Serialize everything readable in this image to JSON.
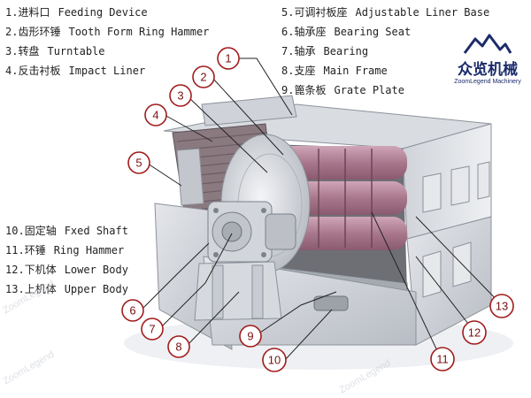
{
  "legend_top_left": [
    {
      "num": "1.",
      "cn": "进料口",
      "en": "Feeding Device"
    },
    {
      "num": "2.",
      "cn": "齿形环锤",
      "en": "Tooth Form Ring Hammer"
    },
    {
      "num": "3.",
      "cn": "转盘",
      "en": "Turntable"
    },
    {
      "num": "4.",
      "cn": "反击衬板",
      "en": "Impact Liner"
    }
  ],
  "legend_top_right": [
    {
      "num": "5.",
      "cn": "可调衬板座",
      "en": "Adjustable Liner Base"
    },
    {
      "num": "6.",
      "cn": "轴承座",
      "en": "Bearing Seat"
    },
    {
      "num": "7.",
      "cn": "轴承",
      "en": "Bearing"
    },
    {
      "num": "8.",
      "cn": "支座",
      "en": "Main Frame"
    },
    {
      "num": "9.",
      "cn": "篦条板",
      "en": "Grate Plate"
    }
  ],
  "legend_bottom_left": [
    {
      "num": "10.",
      "cn": "固定轴",
      "en": "Fxed Shaft"
    },
    {
      "num": "11.",
      "cn": "环锤",
      "en": "Ring Hammer"
    },
    {
      "num": "12.",
      "cn": "下机体",
      "en": "Lower Body"
    },
    {
      "num": "13.",
      "cn": "上机体",
      "en": "Upper Body"
    }
  ],
  "logo": {
    "cn": "众览机械",
    "en": "ZoomLegend Machinery"
  },
  "watermark": "ZoomLegend",
  "callouts": [
    "1",
    "2",
    "3",
    "4",
    "5",
    "6",
    "7",
    "8",
    "9",
    "10",
    "11",
    "12",
    "13"
  ],
  "colors": {
    "callout_stroke": "#a11c1c",
    "logo": "#1c2c6a",
    "steel": "#c8ccd2",
    "rotor": "#b5879c"
  }
}
